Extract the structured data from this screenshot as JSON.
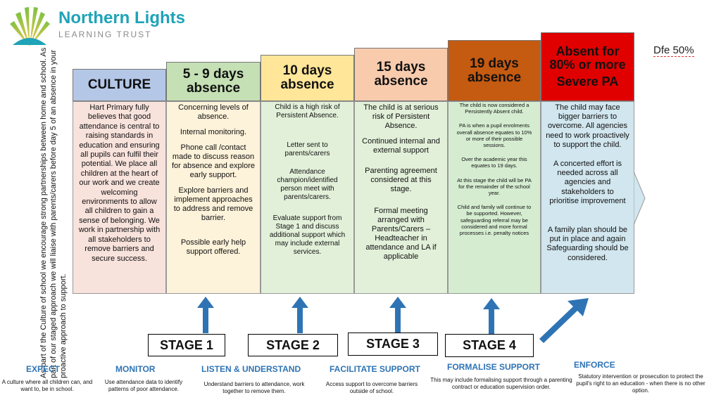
{
  "logo": {
    "title": "Northern Lights",
    "subtitle": "LEARNING TRUST"
  },
  "note": "Dfe 50%",
  "side_text": "As part of the Culture of school we encourage strong partnerships between home and school. As part of our staged approach we will liaise with parents/carers before day 5 of an absence in your proactive approach to support.",
  "columns": [
    {
      "head": "CULTURE",
      "body": [
        "Hart Primary fully believes that good attendance is central to raising standards in education and ensuring all pupils can fulfil their potential. We place all children at the heart of our work and we create welcoming environments to allow all children to gain a sense of belonging. We work in partnership with all stakeholders to remove barriers and secure success."
      ]
    },
    {
      "head": "5 - 9 days absence",
      "body": [
        "Concerning levels of absence.",
        "Internal monitoring.",
        "Phone call /contact made to discuss reason for absence and explore early support.",
        "Explore barriers and implement approaches to address and remove barrier.",
        "Possible early help support offered."
      ]
    },
    {
      "head": "10 days absence",
      "body": [
        "Child is a high risk of Persistent Absence.",
        "Letter sent to parents/carers",
        "Attendance champion/identified person meet with parents/carers.",
        "Evaluate support from Stage 1 and discuss additional support which may include external services."
      ]
    },
    {
      "head": "15 days absence",
      "body": [
        "The child is at serious risk of Persistent Absence.",
        "Continued internal and external support",
        "Parenting agreement considered at this stage.",
        "Formal meeting arranged with Parents/Carers – Headteacher in attendance and LA if applicable"
      ]
    },
    {
      "head": "19 days absence",
      "body": [
        "The child is now considered a Persistently Absent child.",
        "PA is when a pupil enrolments overall absence equates to 10% or more of their possible sessions.",
        "Over the academic year this equates to 19 days.",
        "At this stage the child will be PA for the remainder of the school year.",
        "Child and family will continue to be supported. However, safeguarding referral may be considered and more formal processes i.e. penalty notices"
      ]
    },
    {
      "head_lines": [
        "Absent for",
        "80% or more",
        "Severe PA"
      ],
      "body": [
        "The child may face bigger barriers to overcome. All agencies need to work proactively to support the child.",
        "A concerted effort is needed across all agencies and stakeholders to prioritise improvement",
        "A family plan should be put in place and again Safeguarding should be considered."
      ]
    }
  ],
  "stages": [
    "STAGE 1",
    "STAGE 2",
    "STAGE 3",
    "STAGE 4"
  ],
  "bottom": [
    {
      "label": "EXPECT",
      "desc": "A culture where all children can, and want to, be in school."
    },
    {
      "label": "MONITOR",
      "desc": "Use attendance data to identify patterns of poor attendance."
    },
    {
      "label": "LISTEN & UNDERSTAND",
      "desc": "Understand barriers to attendance, work together to remove them."
    },
    {
      "label": "FACILITATE SUPPORT",
      "desc": "Access support to overcome barriers outside of school."
    },
    {
      "label": "FORMALISE SUPPORT",
      "desc": "This may include formalising support through a parenting contract or education supervision order."
    },
    {
      "label": "ENFORCE",
      "desc": "Statutory intervention or prosecution to protect the pupil's right to an education - when there is no other option."
    }
  ],
  "colors": {
    "brand": "#1fa3b8",
    "accent": "#2e74b5"
  }
}
